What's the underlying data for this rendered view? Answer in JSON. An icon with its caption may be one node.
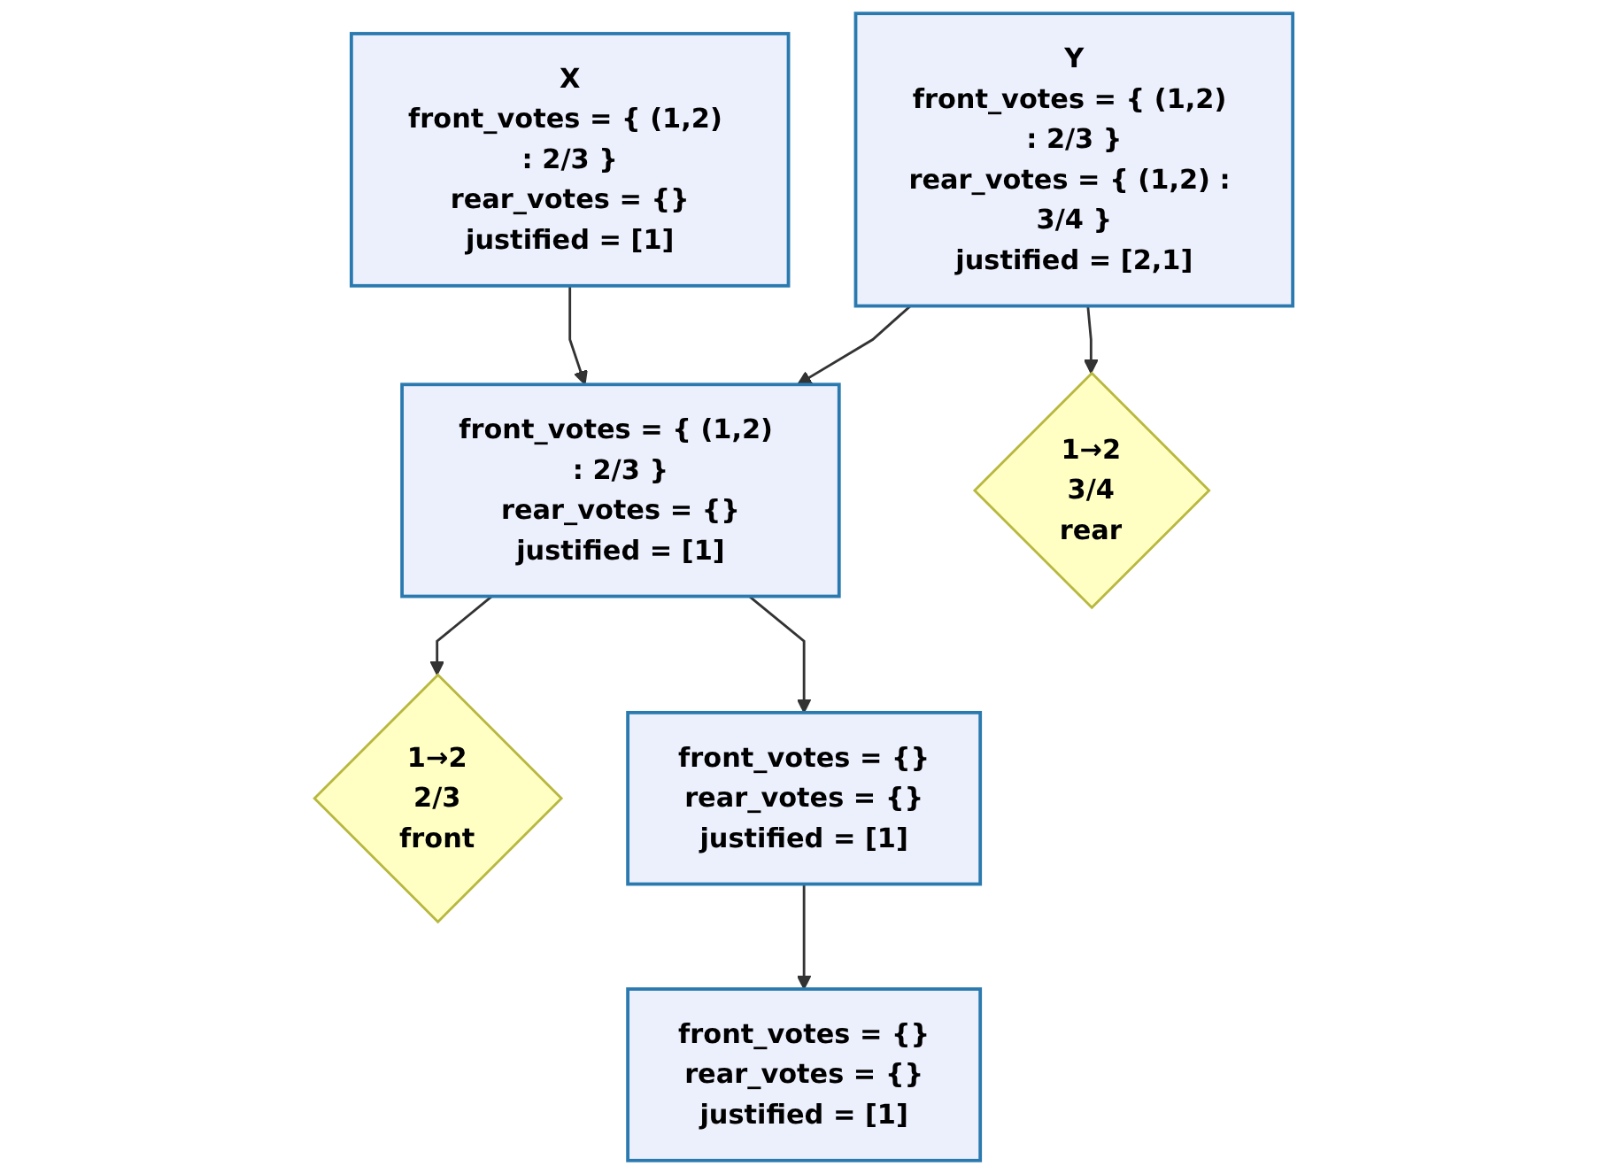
{
  "diagram": {
    "nodes": [
      {
        "text": [
          "X",
          "front_votes = { (1,2) : 2/3 }",
          "rear_votes = {}",
          "justified = [1]"
        ]
      },
      {
        "text": [
          "Y",
          "front_votes = { (1,2) : 2/3 }",
          "rear_votes = { (1,2) : 3/4 }",
          "justified = [2,1]"
        ]
      },
      {
        "text": [
          "1→2",
          "3/4",
          "rear"
        ]
      },
      {
        "text": [
          "front_votes = { (1,2) : 2/3 }",
          "rear_votes = {}",
          "justified = [1]"
        ]
      },
      {
        "text": [
          "1→2",
          "2/3",
          "front"
        ]
      },
      {
        "text": [
          "front_votes = {}",
          "rear_votes = {}",
          "justified = [1]"
        ]
      },
      {
        "text": [
          "front_votes = {}",
          "rear_votes = {}",
          "justified = [1]"
        ]
      }
    ],
    "edges": [
      {
        "from": 0,
        "to": 3,
        "arrow": "to"
      },
      {
        "from": 1,
        "to": 3,
        "arrow": "to"
      },
      {
        "from": 1,
        "to": 2,
        "arrow": "to"
      },
      {
        "from": 3,
        "to": 4,
        "arrow": "to"
      },
      {
        "from": 3,
        "to": 5,
        "arrow": "to"
      },
      {
        "from": 5,
        "to": 6,
        "arrow": "to"
      }
    ]
  }
}
